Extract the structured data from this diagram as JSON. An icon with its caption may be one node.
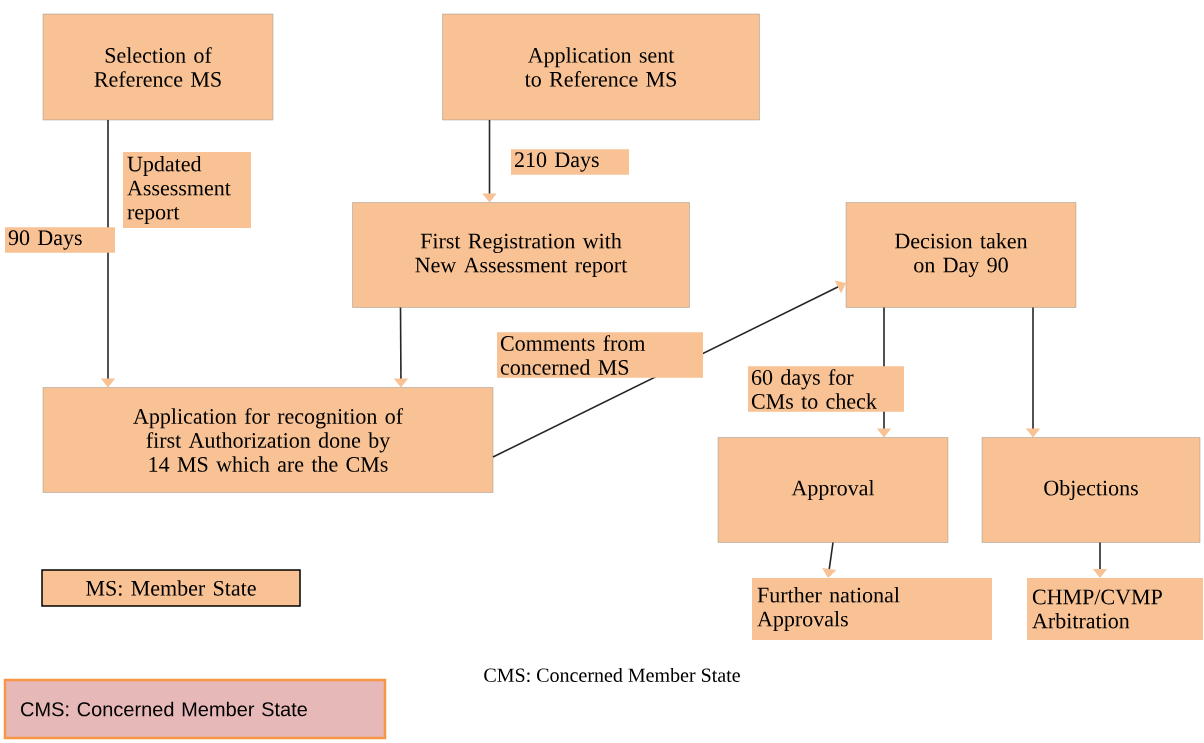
{
  "diagram": {
    "nodes": [
      {
        "text": [
          "Selection of Reference MS"
        ]
      },
      {
        "text": [
          "Application sent to Reference MS"
        ]
      },
      {
        "text": [
          "First Registration with New Assessment report"
        ]
      },
      {
        "text": [
          "Decision taken on Day 90"
        ]
      },
      {
        "text": [
          "Application for recognition of first Authorization done by 14 MS which are the CMs"
        ]
      },
      {
        "text": [
          "Approval"
        ]
      },
      {
        "text": [
          "Objections"
        ]
      },
      {
        "text": [
          "Further national Approvals"
        ]
      },
      {
        "text": [
          "CHMP/CVMP Arbitration"
        ]
      },
      {
        "text": [
          "MS: Member State"
        ]
      },
      {
        "text": [
          "CMS: Concerned Member State"
        ]
      }
    ],
    "edges": [
      {
        "from": 0,
        "to": 4,
        "arrow": "to",
        "label": "90 Days"
      },
      {
        "from": 1,
        "to": 2,
        "arrow": "to",
        "label": "210 Days"
      },
      {
        "from": 2,
        "to": 4,
        "arrow": "to"
      },
      {
        "from": 4,
        "to": 3,
        "arrow": "to",
        "label": "Comments from concerned MS"
      },
      {
        "from": 3,
        "to": 5,
        "arrow": "to",
        "label": "60 days for CMs to check"
      },
      {
        "from": 3,
        "to": 6,
        "arrow": "to"
      },
      {
        "from": 5,
        "to": 7,
        "arrow": "to"
      },
      {
        "from": 6,
        "to": 8,
        "arrow": "to"
      }
    ],
    "labels": [
      "Updated Assessment report",
      "CMS: Concerned Member State"
    ]
  }
}
